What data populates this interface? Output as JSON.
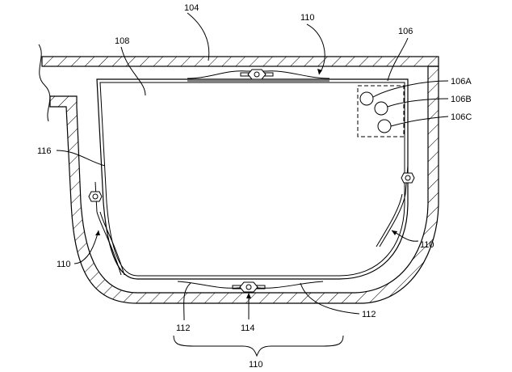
{
  "figure": {
    "labels": {
      "housing": "104",
      "mount_top": "110",
      "sensor_module": "106",
      "battery": "108",
      "sensor_a": "106A",
      "sensor_b": "106B",
      "sensor_c": "106C",
      "liner": "116",
      "mount_left": "110",
      "mount_right": "110",
      "spring_left": "112",
      "fastener": "114",
      "spring_right": "112",
      "mount_group": "110"
    }
  }
}
